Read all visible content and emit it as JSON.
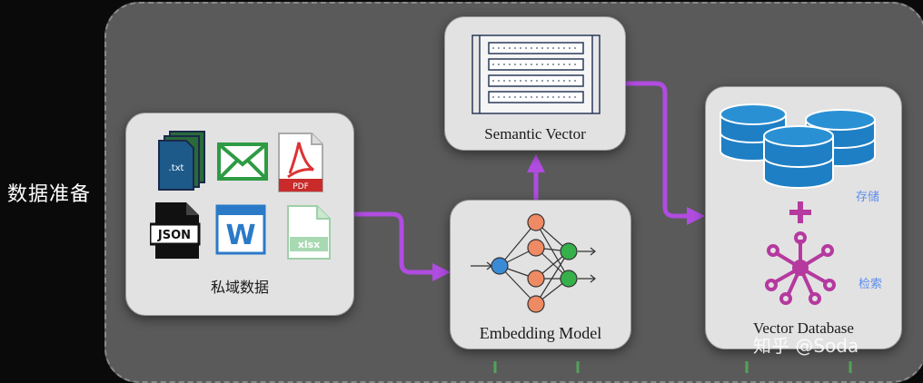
{
  "section_label": "数据准备",
  "nodes": {
    "private_data": {
      "caption": "私域数据"
    },
    "semantic_vector": {
      "caption": "Semantic Vector"
    },
    "embedding_model": {
      "caption": "Embedding Model"
    },
    "vector_database": {
      "caption": "Vector Database",
      "store_label": "存储",
      "search_label": "检索"
    }
  },
  "file_icons": {
    "txt": ".txt",
    "pdf": "PDF",
    "json": "JSON",
    "word": "W",
    "xlsx": "xlsx"
  },
  "plus_sign": "+",
  "watermark": "知乎 @Soda",
  "colors": {
    "flow_arrow": "#b04ce0",
    "vdb_label": "#5b8def",
    "db_blue": "#1f7fc4",
    "neuron_orange": "#ee8a64",
    "neuron_green": "#35b04a",
    "neuron_blue": "#3a8ad6",
    "hub_purple": "#b5399f"
  }
}
